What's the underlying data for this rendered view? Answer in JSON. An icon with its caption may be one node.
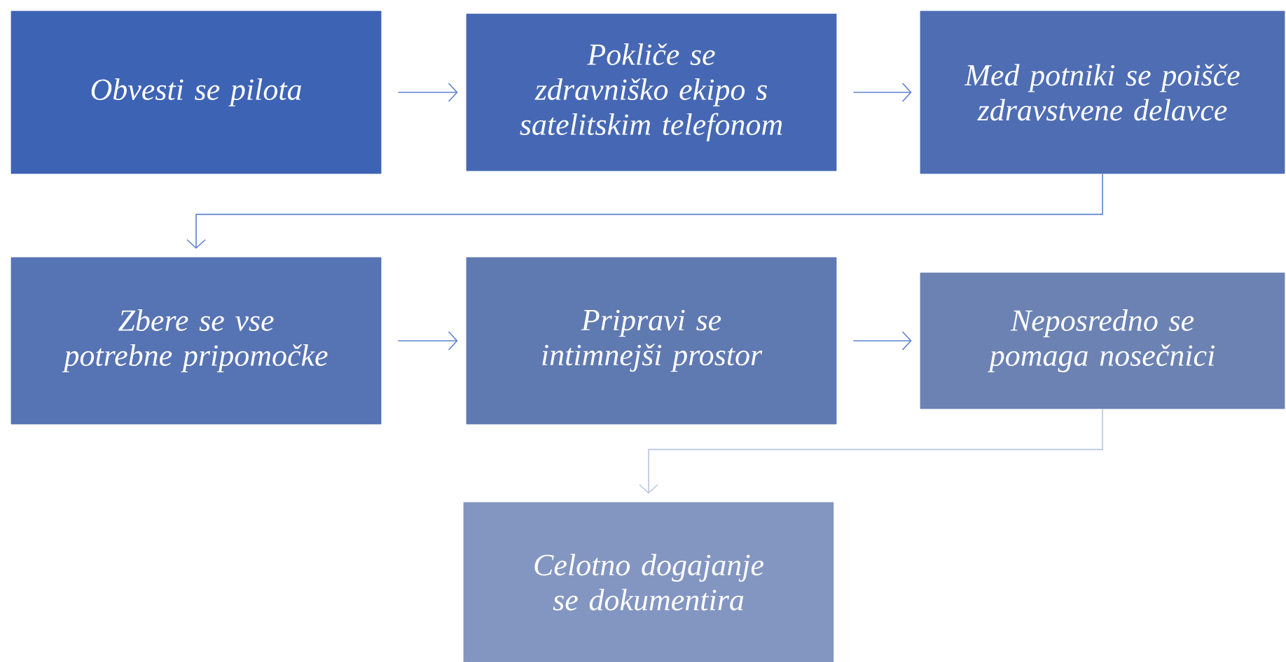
{
  "diagram": {
    "nodes": [
      {
        "text": [
          "Obvesti se pilota"
        ]
      },
      {
        "text": [
          "Pokliče se zdravniško ekipo s satelitskim telefonom"
        ]
      },
      {
        "text": [
          "Med potniki se poišče zdravstvene delavce"
        ]
      },
      {
        "text": [
          "Zbere se vse potrebne pripomočke"
        ]
      },
      {
        "text": [
          "Pripravi se intimnejši prostor"
        ]
      },
      {
        "text": [
          "Neposredno se pomaga nosečnici"
        ]
      },
      {
        "text": [
          "Celotno dogajanje se dokumentira"
        ]
      }
    ],
    "edges": [
      {
        "from": 0,
        "to": 1,
        "arrow": "to"
      },
      {
        "from": 1,
        "to": 2,
        "arrow": "to"
      },
      {
        "from": 2,
        "to": 3,
        "arrow": "to"
      },
      {
        "from": 3,
        "to": 4,
        "arrow": "to"
      },
      {
        "from": 4,
        "to": 5,
        "arrow": "to"
      },
      {
        "from": 5,
        "to": 6,
        "arrow": "to",
        "color": "#b8c4e2"
      }
    ]
  }
}
